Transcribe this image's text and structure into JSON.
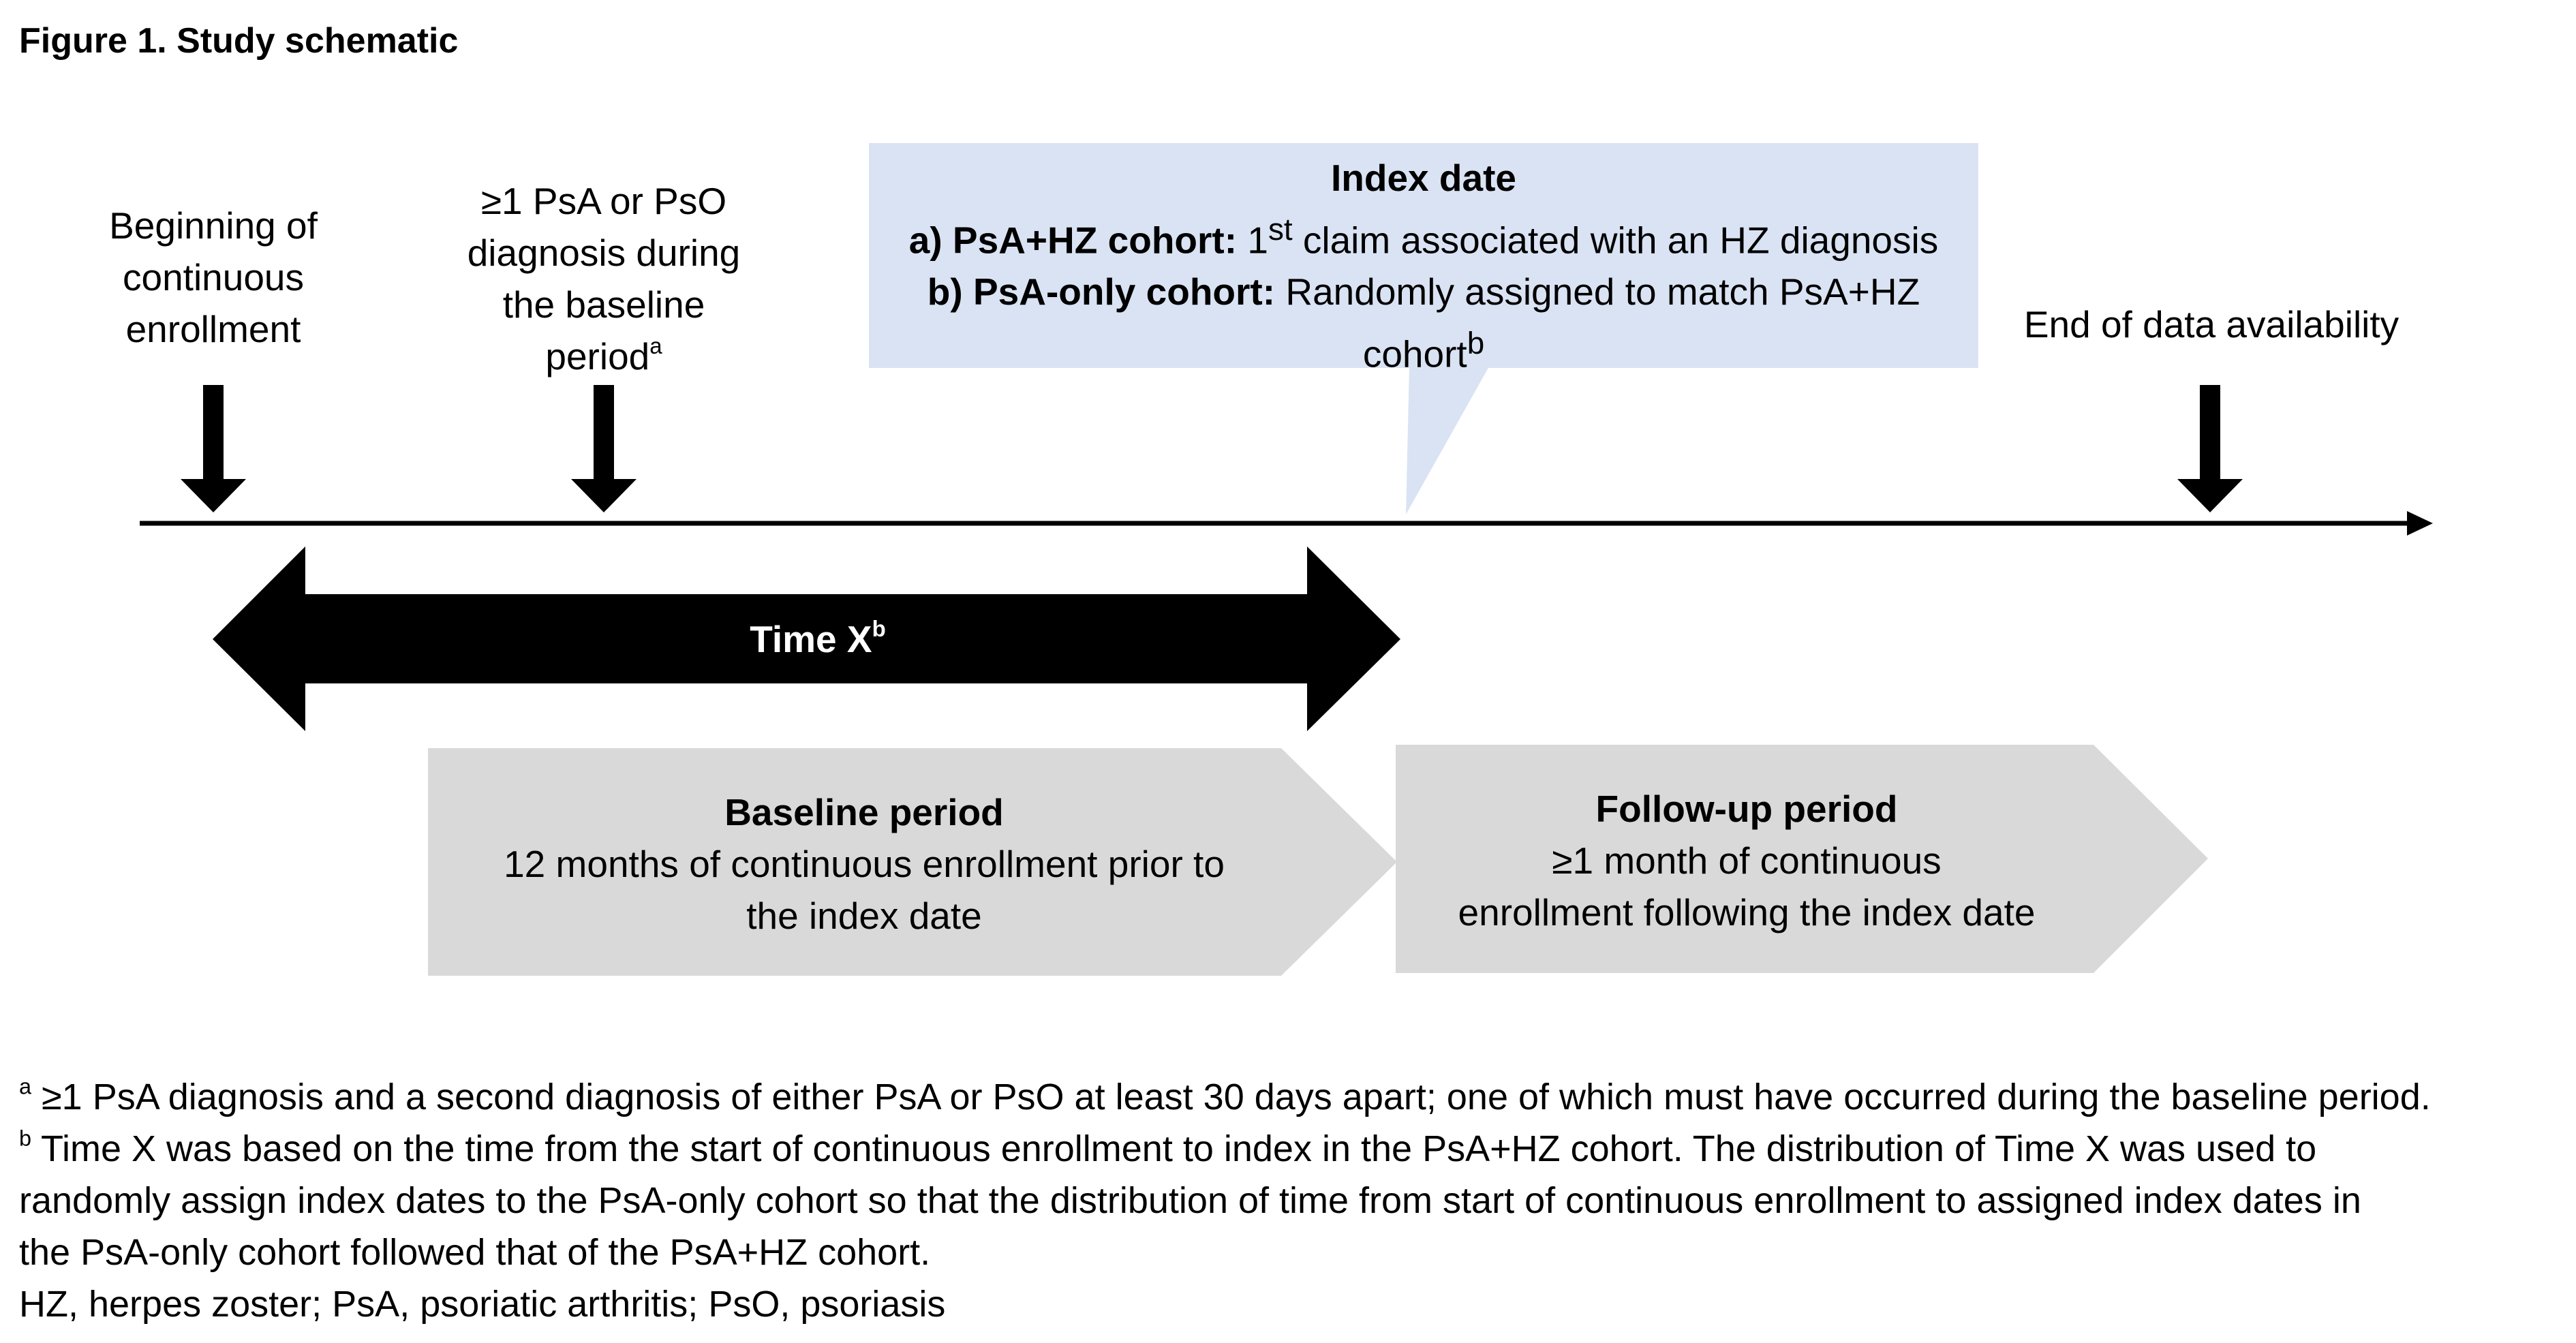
{
  "figure": {
    "title": "Figure 1. Study schematic"
  },
  "events": {
    "enrollment_start": {
      "lines": [
        "Beginning of",
        "continuous",
        "enrollment"
      ]
    },
    "diagnosis": {
      "lines": [
        "≥1 PsA or PsO",
        "diagnosis during",
        "the baseline"
      ],
      "last_line": "period",
      "last_sup": "a"
    },
    "data_end": {
      "label": "End of data availability"
    }
  },
  "index_callout": {
    "heading": "Index date",
    "line_a_label": "a) PsA+HZ cohort:",
    "line_a_ordinal": "1",
    "line_a_ordinal_sup": "st",
    "line_a_text": " claim associated with an HZ diagnosis",
    "line_b_label": "b) PsA-only cohort:",
    "line_b_text": " Randomly assigned to match PsA+HZ",
    "line_b_cont": "cohort",
    "line_b_sup": "b",
    "fill_color": "#dae3f3"
  },
  "time_x": {
    "label": "Time X",
    "sup": "b",
    "color": "#000000"
  },
  "periods": {
    "baseline": {
      "heading": "Baseline period",
      "lines": [
        "12 months of continuous enrollment prior to",
        "the index date"
      ]
    },
    "followup": {
      "heading": "Follow-up period",
      "lines": [
        "≥1 month of continuous",
        "enrollment following the index date"
      ]
    },
    "fill_color": "#d9d9d9"
  },
  "footnotes": {
    "a_marker": "a",
    "a_text": " ≥1 PsA diagnosis and a second diagnosis of either PsA or PsO at least 30 days apart; one of which must have occurred during the baseline period.",
    "b_marker": "b",
    "b_lines": [
      " Time X was based on the time from the start of continuous enrollment to index in the PsA+HZ cohort. The distribution of Time X was used to",
      "randomly assign index dates to the PsA-only cohort so that the distribution of time from start of continuous enrollment to assigned index dates in",
      "the PsA-only cohort followed that of the PsA+HZ cohort."
    ],
    "abbreviations": "HZ, herpes zoster; PsA, psoriatic arthritis; PsO, psoriasis"
  }
}
